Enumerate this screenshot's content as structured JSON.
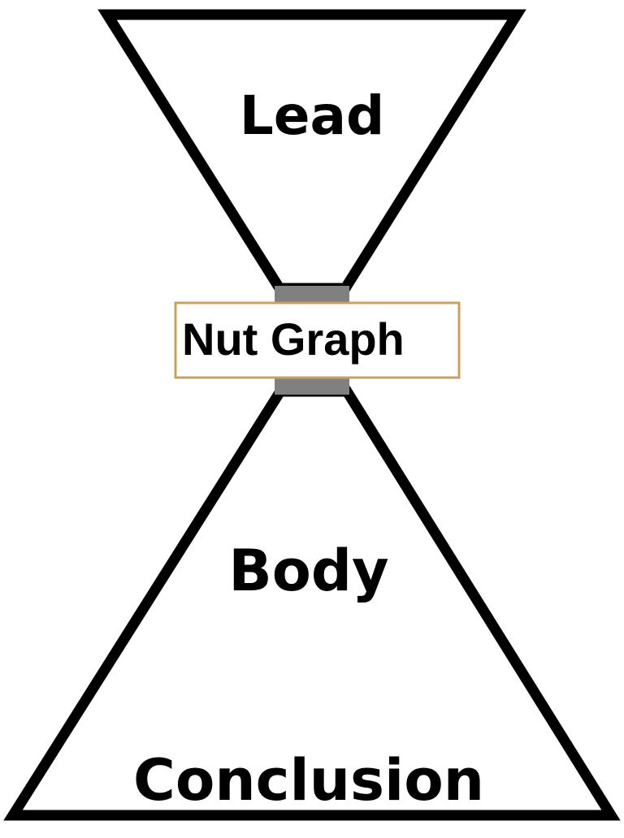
{
  "diagram": {
    "sections": {
      "lead": "Lead",
      "nut_graph": "Nut Graph",
      "body": "Body",
      "conclusion": "Conclusion"
    },
    "colors": {
      "outline": "#000000",
      "neck": "#808080",
      "nut_border": "#c8a060",
      "background": "#ffffff"
    }
  }
}
